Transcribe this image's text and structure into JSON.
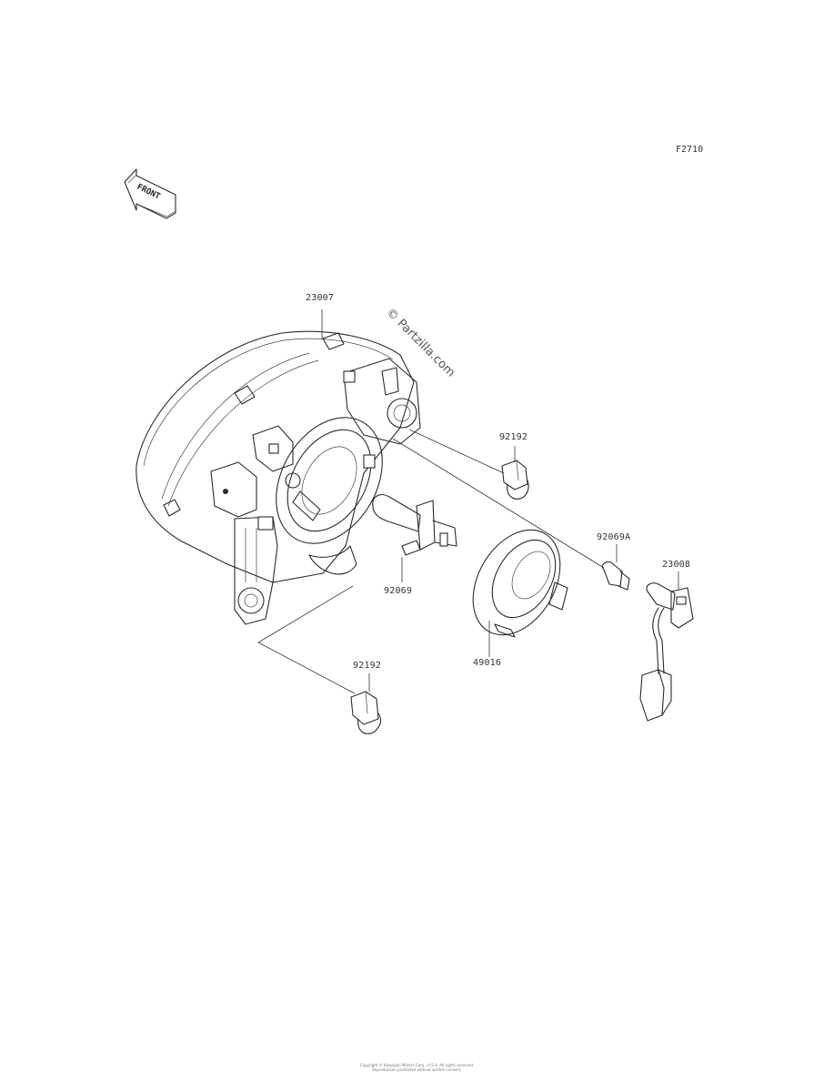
{
  "figure_code": "F2710",
  "front_marker": "FRONT",
  "watermark": "© Partzilla.com",
  "parts": [
    {
      "id": "headlight-assy",
      "number": "23007"
    },
    {
      "id": "bulb-cap-upper",
      "number": "92192"
    },
    {
      "id": "position-bulb",
      "number": "92069A"
    },
    {
      "id": "socket",
      "number": "23008"
    },
    {
      "id": "headlight-bulb",
      "number": "92069"
    },
    {
      "id": "dust-cover",
      "number": "49016"
    },
    {
      "id": "bulb-cap-lower",
      "number": "92192"
    }
  ],
  "footer": {
    "line1": "Copyright ©  Kawasaki Motors Corp., U.S.A.  All rights reserved.",
    "line2": "Reproduction prohibited without written consent."
  }
}
